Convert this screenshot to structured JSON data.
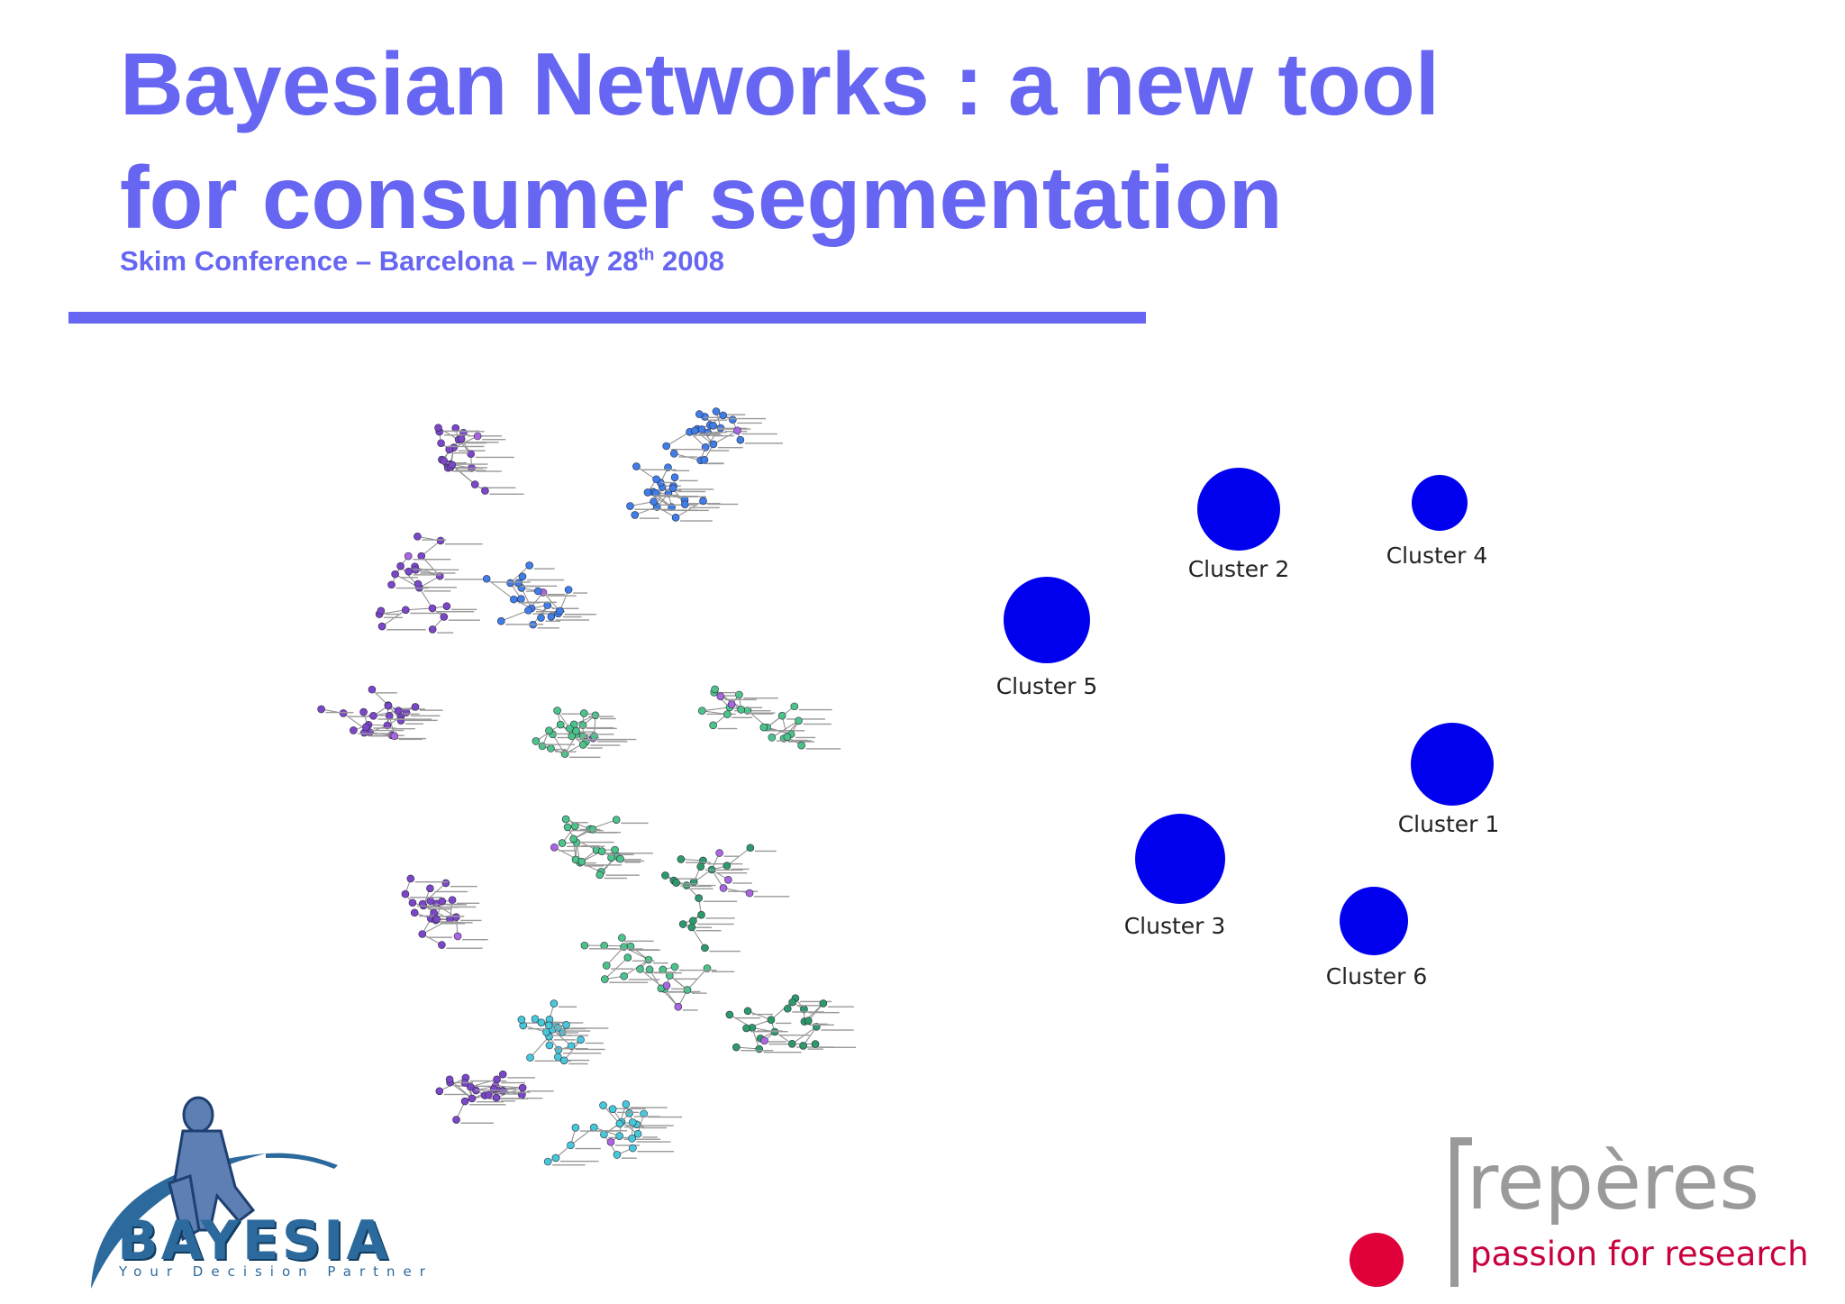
{
  "slide": {
    "title_line1": "Bayesian Networks : a new tool",
    "title_line2": "for consumer segmentation",
    "subtitle_pre": "Skim Conference – Barcelona – May 28",
    "subtitle_sup": "th",
    "subtitle_post": "  2008",
    "accent_color": "#6666f2"
  },
  "clusters": {
    "color": "#0000ee",
    "items": [
      {
        "label": "Cluster 2"
      },
      {
        "label": "Cluster 4"
      },
      {
        "label": "Cluster 5"
      },
      {
        "label": "Cluster 1"
      },
      {
        "label": "Cluster 3"
      },
      {
        "label": "Cluster 6"
      }
    ]
  },
  "network": {
    "node_colors": [
      "#3f7de8",
      "#7b46c8",
      "#4cc489",
      "#46c8d8",
      "#b8a0e8",
      "#2e9a6a",
      "#aa66e0"
    ]
  },
  "logos": {
    "bayesia": {
      "name": "BAYESIA",
      "tagline": "Your Decision Partner",
      "color": "#2c6a9d"
    },
    "reperes": {
      "name": "repères",
      "tagline": "passion for research",
      "color": "#9a9a9a",
      "accent": "#e0003a"
    }
  }
}
